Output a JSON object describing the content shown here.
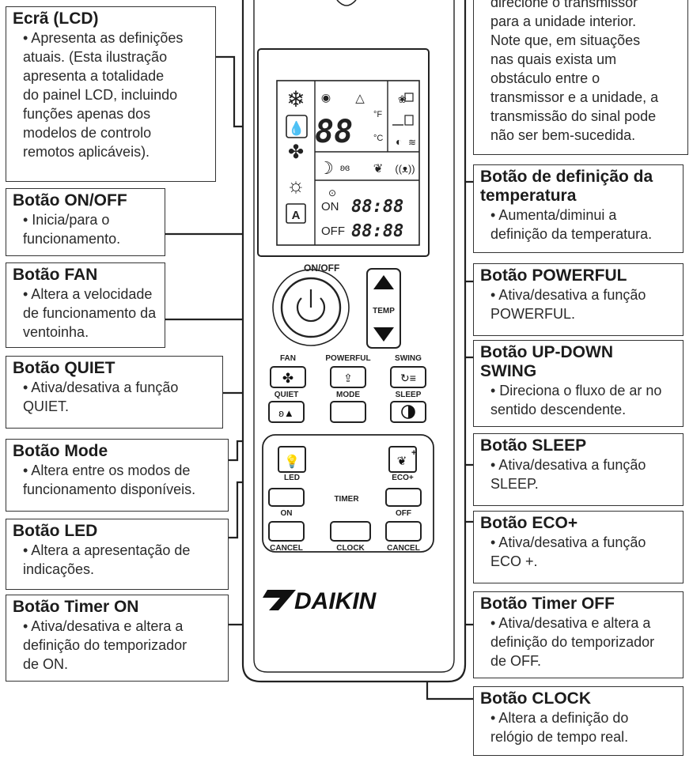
{
  "remote": {
    "lcd": {
      "on_label": "ON",
      "off_label": "OFF",
      "temp_digits": "88",
      "timer_digits_on": "88:88",
      "timer_digits_off": "88:88"
    },
    "buttons": {
      "on_off": "ON/OFF",
      "temp": "TEMP",
      "fan": "FAN",
      "powerful": "POWERFUL",
      "swing": "SWING",
      "quiet": "QUIET",
      "mode": "MODE",
      "sleep": "SLEEP",
      "led": "LED",
      "eco": "ECO+",
      "timer": "TIMER",
      "on": "ON",
      "off": "OFF",
      "cancel_left": "CANCEL",
      "clock": "CLOCK",
      "cancel_right": "CANCEL"
    },
    "brand": "DAIKIN"
  },
  "callouts": {
    "lcd": {
      "title": "Ecrã (LCD)",
      "lines": [
        "• Apresenta as definições",
        "atuais. (Esta ilustração",
        "apresenta a totalidade",
        "do painel LCD, incluindo",
        "funções apenas dos",
        "modelos de controlo",
        "remotos aplicáveis)."
      ]
    },
    "transmitter": {
      "lines": [
        "direcione o transmissor",
        "para a unidade interior.",
        "Note que, em situações",
        "nas quais exista um",
        "obstáculo entre o",
        "transmissor e a unidade, a",
        "transmissão do sinal pode",
        "não ser bem-sucedida."
      ]
    },
    "onoff": {
      "title": "Botão ON/OFF",
      "lines": [
        "• Inicia/para o",
        "funcionamento."
      ]
    },
    "temp": {
      "title_lines": [
        "Botão de definição da",
        "temperatura"
      ],
      "lines": [
        "• Aumenta/diminui a",
        "definição da temperatura."
      ]
    },
    "fan": {
      "title": "Botão FAN",
      "lines": [
        "• Altera a velocidade",
        "de funcionamento da",
        "ventoinha."
      ]
    },
    "powerful": {
      "title": "Botão POWERFUL",
      "lines": [
        "• Ativa/desativa a função",
        "POWERFUL."
      ]
    },
    "quiet": {
      "title": "Botão QUIET",
      "lines": [
        "• Ativa/desativa a função",
        "QUIET."
      ]
    },
    "swing": {
      "title_lines": [
        "Botão UP-DOWN",
        "SWING"
      ],
      "lines": [
        "• Direciona o fluxo de ar no",
        "sentido descendente."
      ]
    },
    "mode": {
      "title": "Botão Mode",
      "lines": [
        "• Altera entre os modos de",
        "funcionamento disponíveis."
      ]
    },
    "sleep": {
      "title": "Botão SLEEP",
      "lines": [
        "• Ativa/desativa a função",
        "SLEEP."
      ]
    },
    "eco": {
      "title": "Botão ECO+",
      "lines": [
        "• Ativa/desativa a função",
        "ECO +."
      ]
    },
    "led": {
      "title": "Botão LED",
      "lines": [
        "• Altera a apresentação de",
        "indicações."
      ]
    },
    "timer_on": {
      "title": "Botão Timer ON",
      "lines": [
        "• Ativa/desativa e altera a",
        "definição do temporizador",
        "de ON."
      ]
    },
    "timer_off": {
      "title": "Botão Timer OFF",
      "lines": [
        "• Ativa/desativa e altera a",
        "definição do temporizador",
        "de OFF."
      ]
    },
    "clock": {
      "title": "Botão CLOCK",
      "lines": [
        "• Altera a definição do",
        "relógio de tempo real."
      ]
    }
  }
}
